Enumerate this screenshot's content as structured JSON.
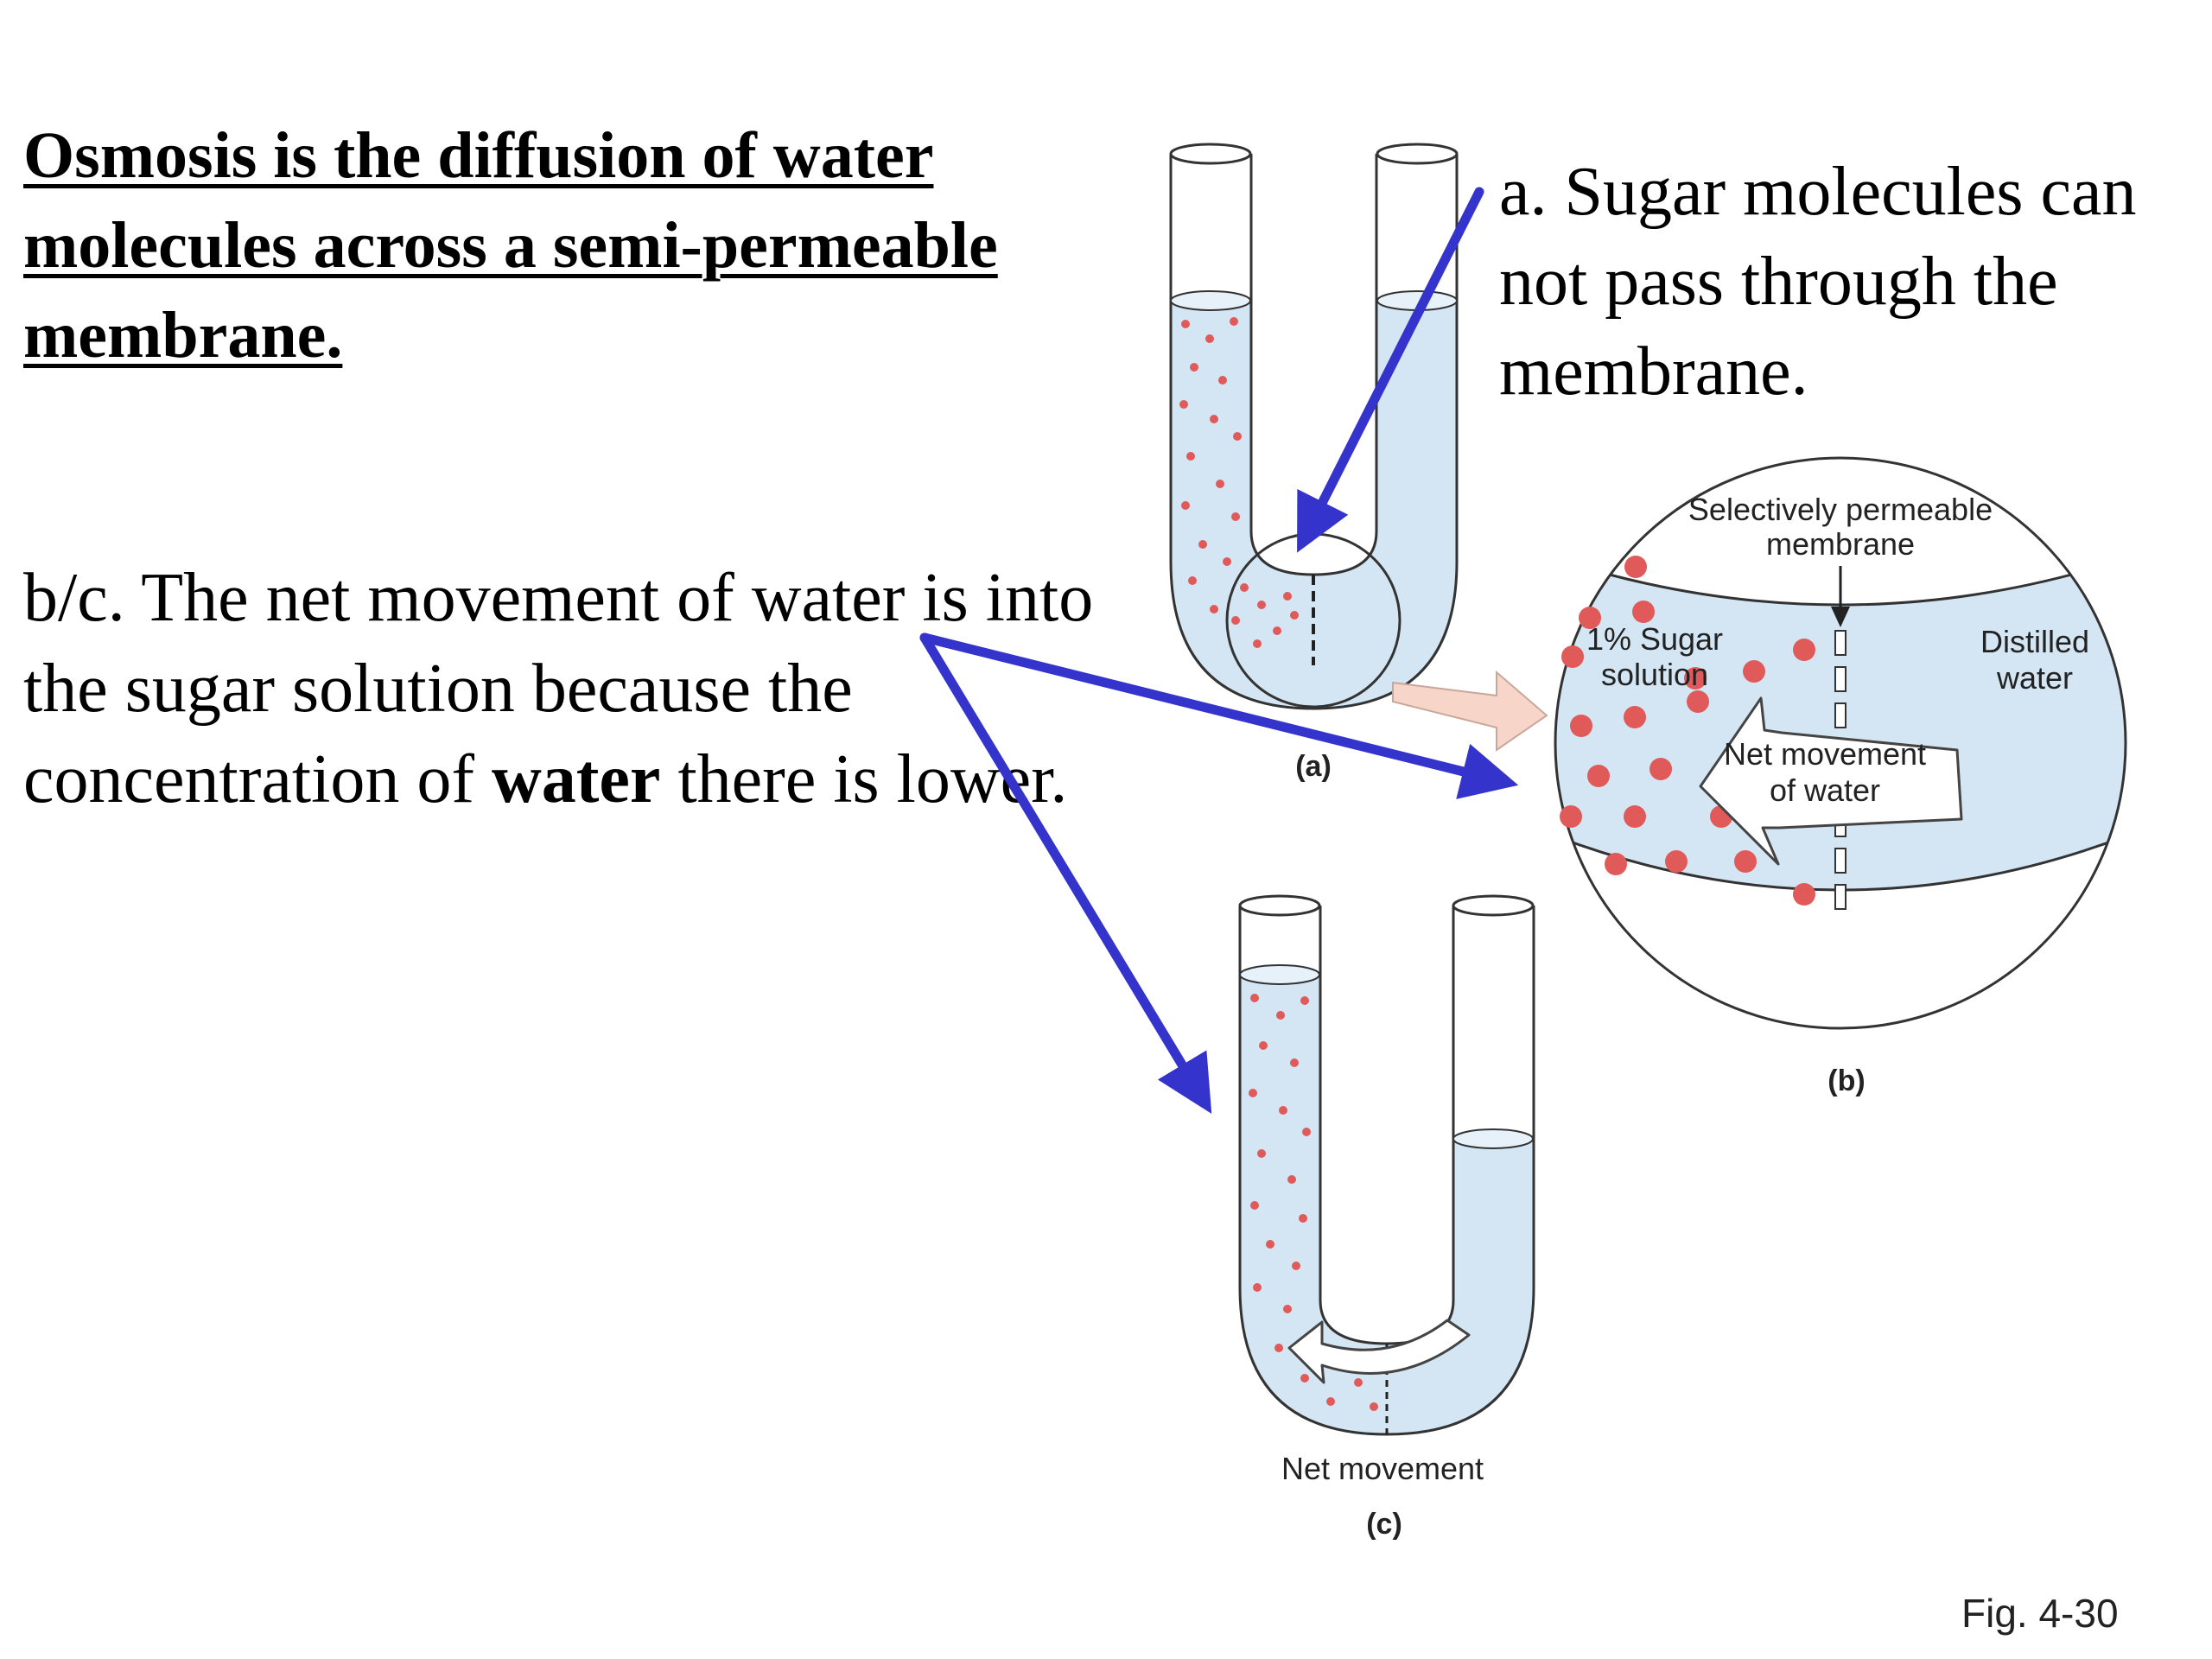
{
  "title": "Osmosis is the diffusion of water molecules across a semi-permeable membrane.",
  "note_a": "a. Sugar molecules can not pass through the membrane.",
  "note_bc": {
    "before": "b/c. The net movement of water is into the sugar solution because the concentration of ",
    "bold": "water",
    "after": " there is lower."
  },
  "panels": {
    "a": "(a)",
    "b": "(b)",
    "c": "(c)"
  },
  "labels": {
    "membrane_line1": "Selectively permeable",
    "membrane_line2": "membrane",
    "sugar_line1": "1% Sugar",
    "sugar_line2": "solution",
    "distilled_line1": "Distilled",
    "distilled_line2": "water",
    "net_line1": "Net movement",
    "net_line2": "of water",
    "net_movement_c": "Net movement"
  },
  "fig_ref": "Fig. 4-30",
  "colors": {
    "water": "#d4e6f3",
    "sugar_dots": "#e05a5a",
    "arrows": "#3434cc",
    "callout": "#f7d6c9"
  }
}
